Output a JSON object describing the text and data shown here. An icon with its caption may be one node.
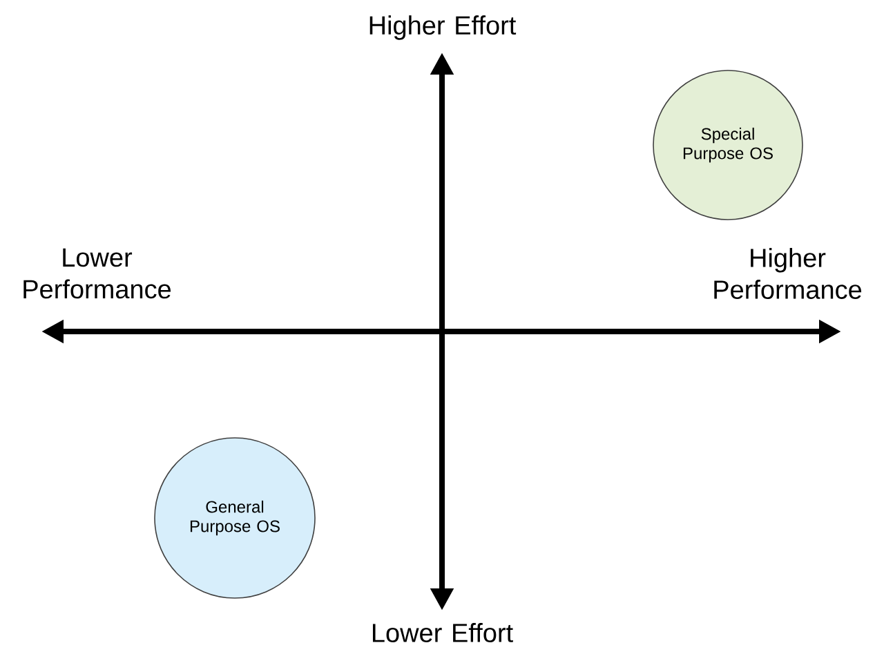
{
  "diagram": {
    "nodes": [
      {
        "text": [
          "Special Purpose OS"
        ]
      },
      {
        "text": [
          "General Purpose OS"
        ]
      }
    ],
    "labels": [
      "Higher Effort",
      "Lower Performance",
      "Higher Performance",
      "Lower Effort"
    ]
  }
}
